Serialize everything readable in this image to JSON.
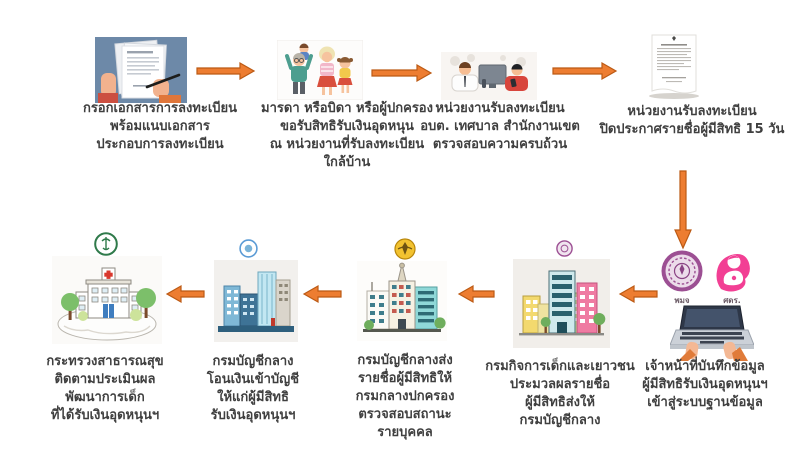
{
  "flow": {
    "colors": {
      "arrow_fill": "#ED7D31",
      "arrow_stroke": "#BC5A14",
      "caption_text": "#3F3F3F"
    },
    "steps": [
      {
        "id": 1,
        "illustration": "form-filling-illustration",
        "caption": "กรอกเอกสารการลงทะเบียน\nพร้อมแนบเอกสาร\nประกอบการลงทะเบียน"
      },
      {
        "id": 2,
        "illustration": "family-illustration",
        "caption": "มารดา หรือบิดา หรือผู้ปกครอง\nขอรับสิทธิรับเงินอุดหนุน\nณ หน่วยงานที่รับลงทะเบียน\nใกล้บ้าน"
      },
      {
        "id": 3,
        "illustration": "registration-officers-illustration",
        "caption": "หน่วยงานรับลงทะเบียน\nอบต. เทศบาล สำนักงานเขต\nตรวจสอบความครบถ้วน"
      },
      {
        "id": 4,
        "illustration": "announcement-document-illustration",
        "caption": "หน่วยงานรับลงทะเบียน\nปิดประกาศรายชื่อผู้มีสิทธิ 15 วัน"
      },
      {
        "id": 5,
        "illustration": "data-entry-laptop-illustration",
        "caption": "เจ้าหน้าที่บันทึกข้อมูล\nผู้มีสิทธิรับเงินอุดหนุนฯ\nเข้าสู่ระบบฐานข้อมูล",
        "logos": [
          {
            "label": "พมจ"
          },
          {
            "label": "ศดร."
          }
        ]
      },
      {
        "id": 6,
        "illustration": "dcy-buildings-illustration",
        "caption": "กรมกิจการเด็กและเยาวชน\nประมวลผลรายชื่อ\nผู้มีสิทธิส่งให้\nกรมบัญชีกลาง"
      },
      {
        "id": 7,
        "illustration": "cgd-tower-building-illustration",
        "caption": "กรมบัญชีกลางส่ง\nรายชื่อผู้มีสิทธิให้\nกรมกลางปกครอง\nตรวจสอบสถานะ\nรายบุคคล"
      },
      {
        "id": 8,
        "illustration": "cgd-transfer-buildings-illustration",
        "caption": "กรมบัญชีกลาง\nโอนเงินเข้าบัญชี\nให้แก่ผู้มีสิทธิ\nรับเงินอุดหนุนฯ"
      },
      {
        "id": 9,
        "illustration": "moph-hospital-illustration",
        "caption": "กระทรวงสาธารณสุข\nติดตามประเมินผล\nพัฒนาการเด็ก\nที่ได้รับเงินอุดหนุนฯ"
      }
    ]
  }
}
